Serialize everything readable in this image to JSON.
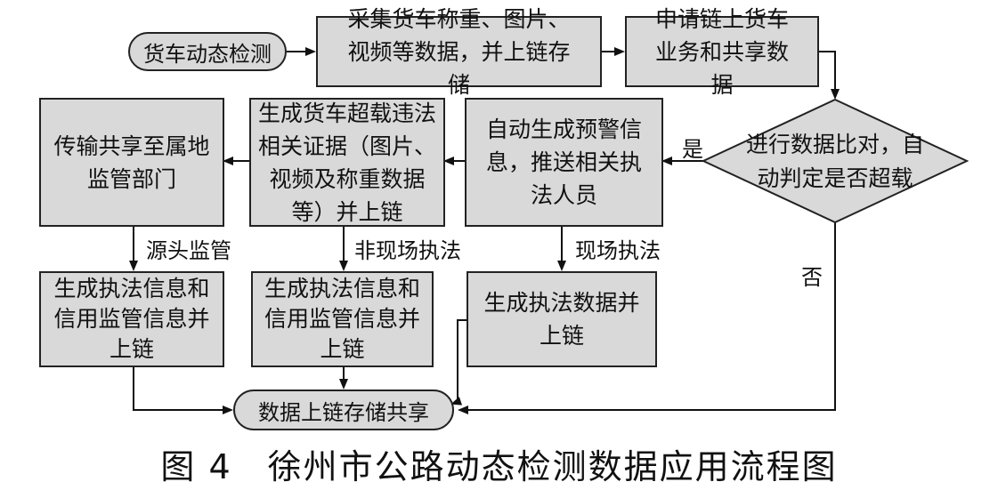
{
  "start": "货车动态检测",
  "collect": "采集货车称重、图片、视频等数据，并上链存储",
  "apply": "申请链上货车业务和共享数据",
  "decision": "进行数据比对，自动判定是否超载",
  "yes": "是",
  "no": "否",
  "warn": "自动生成预警信息，推送相关执法人员",
  "evidence": "生成货车超载违法相关证据（图片、视频及称重数据等）并上链",
  "transfer": "传输共享至属地监管部门",
  "label_source": "源头监管",
  "label_offsite": "非现场执法",
  "label_onsite": "现场执法",
  "gen_left": "生成执法信息和信用监管信息并上链",
  "gen_mid": "生成执法信息和信用监管信息并上链",
  "gen_right": "生成执法数据并上链",
  "end": "数据上链存储共享",
  "caption": "图 4　徐州市公路动态检测数据应用流程图"
}
